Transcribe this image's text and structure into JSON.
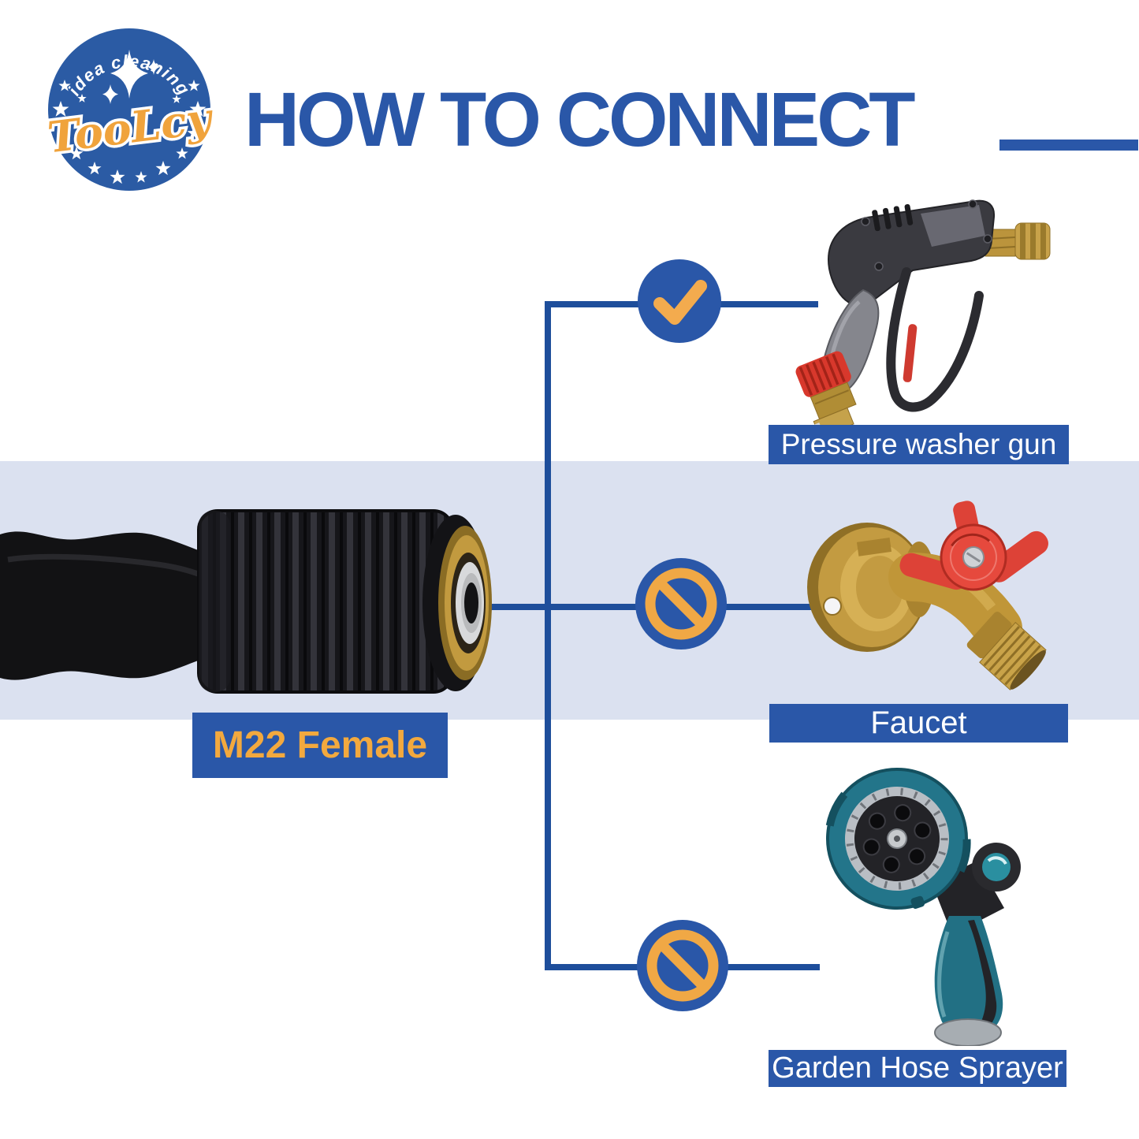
{
  "logo": {
    "arc_text": "idea cleaning",
    "brand": "TooLcy",
    "background_color": "#2b5ba4",
    "brand_color": "#f0a33c"
  },
  "header": {
    "title": "HOW TO CONNECT",
    "title_color": "#2a57a8"
  },
  "band_color": "#dbe1f0",
  "line_color": "#1e4e9b",
  "accent_orange": "#f3ab4e",
  "source": {
    "label": "M22 Female",
    "label_text_color": "#f3a93e",
    "label_background": "#2a57a8"
  },
  "connections": [
    {
      "name": "pressure-washer-gun",
      "label": "Pressure washer gun",
      "allowed": true,
      "icon": "check-icon"
    },
    {
      "name": "faucet",
      "label": "Faucet",
      "allowed": false,
      "icon": "no-icon"
    },
    {
      "name": "garden-hose-sprayer",
      "label": "Garden Hose Sprayer",
      "allowed": false,
      "icon": "no-icon"
    }
  ]
}
